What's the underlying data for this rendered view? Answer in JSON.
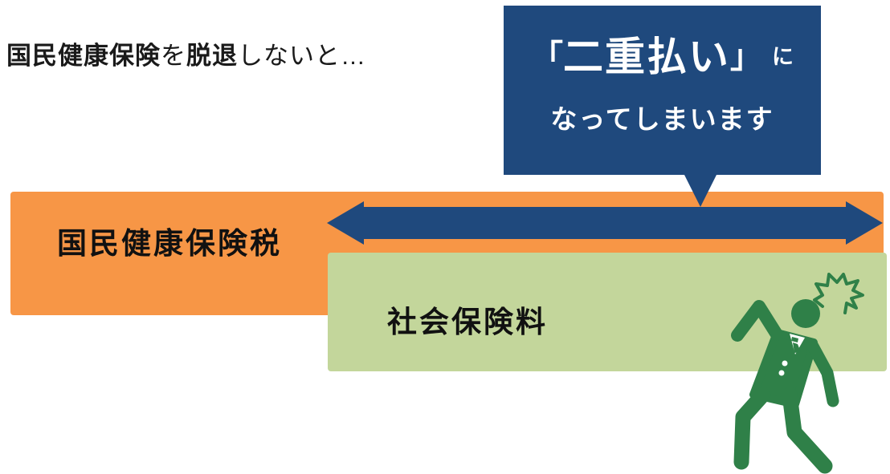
{
  "page": {
    "background": "#ffffff",
    "description": "Japanese infographic: if you do not withdraw from National Health Insurance, you end up paying twice"
  },
  "title": {
    "full": "国民健康保険を脱退しないと…",
    "segments": [
      {
        "text": "国民健康保険",
        "bold": true
      },
      {
        "text": "を",
        "bold": false
      },
      {
        "text": "脱退",
        "bold": true
      },
      {
        "text": "しないと…",
        "bold": false
      }
    ],
    "color": "#1a1a1a"
  },
  "callout": {
    "line1_bracket_open": "「",
    "line1_main": "二重払い",
    "line1_bracket_close": "」",
    "line1_suffix": "に",
    "line2": "なってしまいます",
    "bg_color": "#1F497D",
    "text_color": "#FFFFFF"
  },
  "bars": {
    "nhi_tax": {
      "label": "国民健康保険税",
      "color": "#F79646",
      "text_color": "#111111"
    },
    "social": {
      "label": "社会保険料",
      "color": "#C3D69B",
      "text_color": "#111111"
    }
  },
  "arrow": {
    "name": "double-headed-arrow",
    "color": "#1F497D",
    "meaning": "overlap period paid to both systems"
  },
  "figure": {
    "name": "surprised-businessman",
    "color": "#2F8048",
    "burst": "shock-burst"
  }
}
